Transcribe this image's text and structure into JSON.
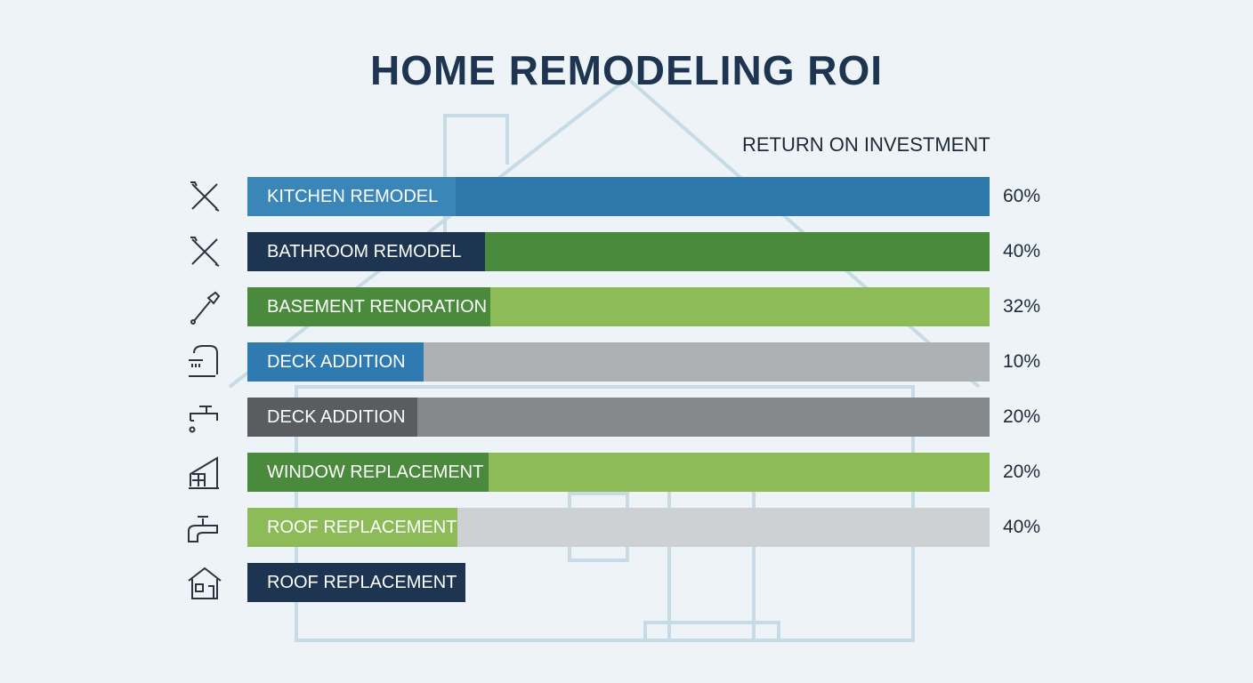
{
  "title": "HOME REMODELING ROI",
  "subtitle": "RETURN ON INVESTMENT",
  "colors": {
    "blue": "#2f7ab0",
    "navy": "#1d3550",
    "green": "#4a8a3c",
    "light_green": "#8cbb58",
    "gray": "#aeb1b4",
    "dark_gray": "#5a5c60",
    "mid_gray": "#86898c",
    "light_gray": "#cdd1d4",
    "background": "#eef3f7"
  },
  "rows": [
    {
      "label": "KITCHEN REMODEL",
      "value_label": "60%",
      "icon": "tools-icon",
      "label_color": "#3a86b9",
      "fill_color": "#2f78ab"
    },
    {
      "label": "BATHROOM REMODEL",
      "value_label": "40%",
      "icon": "tools-icon",
      "label_color": "#1d3550",
      "fill_color": "#4a8a3c"
    },
    {
      "label": "BASEMENT RENORATION",
      "value_label": "32%",
      "icon": "paint-brush-icon",
      "label_color": "#4a8a3c",
      "fill_color": "#8cbb58"
    },
    {
      "label": "DECK ADDITION",
      "value_label": "10%",
      "icon": "shower-icon",
      "label_color": "#2f7ab0",
      "fill_color": "#aeb1b4"
    },
    {
      "label": "DECK ADDITION",
      "value_label": "20%",
      "icon": "faucet-drip-icon",
      "label_color": "#5a5c60",
      "fill_color": "#86898c"
    },
    {
      "label": "WINDOW REPLACEMENT",
      "value_label": "20%",
      "icon": "window-icon",
      "label_color": "#4a8a3c",
      "fill_color": "#8cbb58"
    },
    {
      "label": "ROOF REPLACEMENT",
      "value_label": "40%",
      "icon": "faucet-icon",
      "label_color": "#8cbb58",
      "fill_color": "#cdd1d4"
    },
    {
      "label": "ROOF REPLACEMENT",
      "value_label": null,
      "icon": "house-icon",
      "label_color": "#1d3550",
      "fill_color": null
    }
  ],
  "chart_data": {
    "type": "bar",
    "orientation": "horizontal",
    "title": "HOME REMODELING ROI",
    "subtitle": "RETURN ON INVESTMENT",
    "categories": [
      "KITCHEN REMODEL",
      "BATHROOM REMODEL",
      "BASEMENT RENORATION",
      "DECK ADDITION",
      "DECK ADDITION",
      "WINDOW REPLACEMENT",
      "ROOF REPLACEMENT",
      "ROOF REPLACEMENT"
    ],
    "values": [
      60,
      40,
      32,
      10,
      20,
      20,
      40,
      null
    ],
    "unit": "%",
    "grid": false
  }
}
